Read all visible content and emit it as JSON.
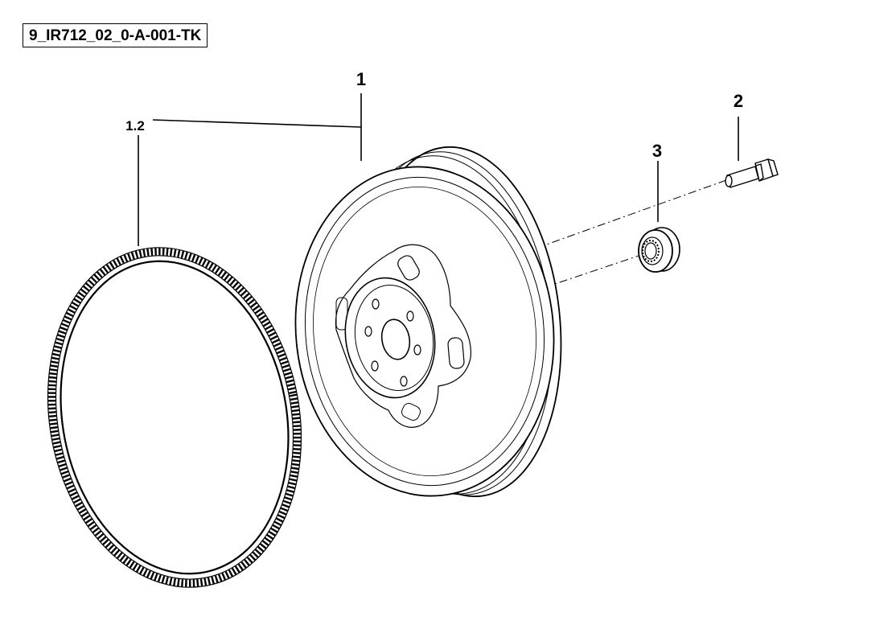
{
  "drawing": {
    "reference_code": "9_IR712_02_0-A-001-TK",
    "callouts": [
      {
        "id": "1",
        "text": "1",
        "part": "flywheel"
      },
      {
        "id": "1.2",
        "text": "1.2",
        "part": "ring-gear"
      },
      {
        "id": "2",
        "text": "2",
        "part": "flywheel-bolt"
      },
      {
        "id": "3",
        "text": "3",
        "part": "pilot-bearing"
      }
    ],
    "line_color": "#000000",
    "background": "#ffffff"
  }
}
